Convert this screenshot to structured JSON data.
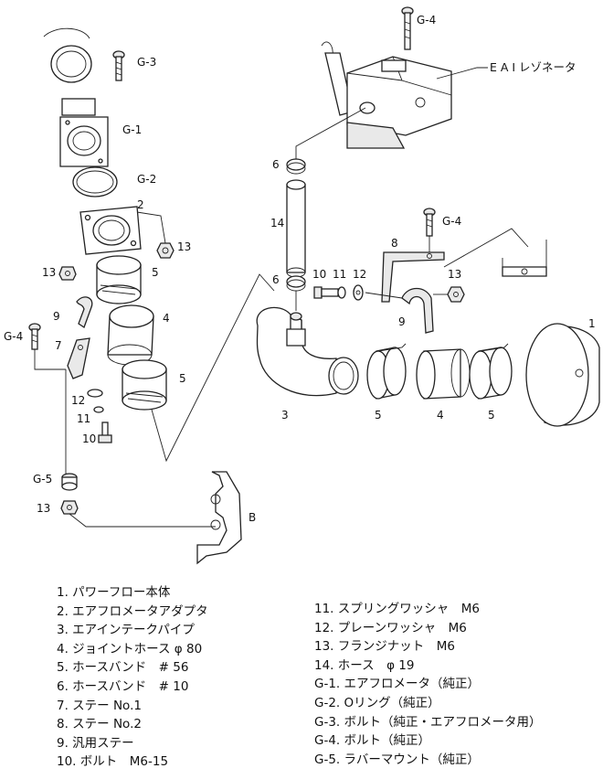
{
  "callouts": {
    "g3": "G-3",
    "g1": "G-1",
    "g2": "G-2",
    "g4_top": "G-4",
    "g4_mid": "G-4",
    "g4_left": "G-4",
    "g5": "G-5",
    "n2": "2",
    "n13_a": "13",
    "n13_b": "13",
    "n13_c": "13",
    "n13_d": "13",
    "n5_a": "5",
    "n5_b": "5",
    "n5_c": "5",
    "n5_d": "5",
    "n4_a": "4",
    "n4_b": "4",
    "n9_a": "9",
    "n9_b": "9",
    "n7": "7",
    "n8": "8",
    "n12_a": "12",
    "n12_b": "12",
    "n11_a": "11",
    "n11_b": "11",
    "n10_a": "10",
    "n10_b": "10",
    "n6_a": "6",
    "n6_b": "6",
    "n14": "14",
    "n3": "3",
    "n1": "1",
    "nB": "B",
    "resonator": "E A I レゾネータ"
  },
  "legend": {
    "left": [
      "1. パワーフロー本体",
      "2. エアフロメータアダプタ",
      "3. エアインテークパイプ",
      "4. ジョイントホース φ 80",
      "5. ホースバンド　# 56",
      "6. ホースバンド　# 10",
      "7. ステー No.1",
      "8. ステー No.2",
      "9. 汎用ステー",
      "10. ボルト　M6-15"
    ],
    "right": [
      "11. スプリングワッシャ　M6",
      "12. プレーンワッシャ　M6",
      "13. フランジナット　M6",
      "14. ホース　φ 19",
      "G-1. エアフロメータ（純正）",
      "G-2. Oリング（純正）",
      "G-3. ボルト（純正・エアフロメータ用）",
      "G-4. ボルト（純正）",
      "G-5. ラバーマウント（純正）"
    ]
  }
}
